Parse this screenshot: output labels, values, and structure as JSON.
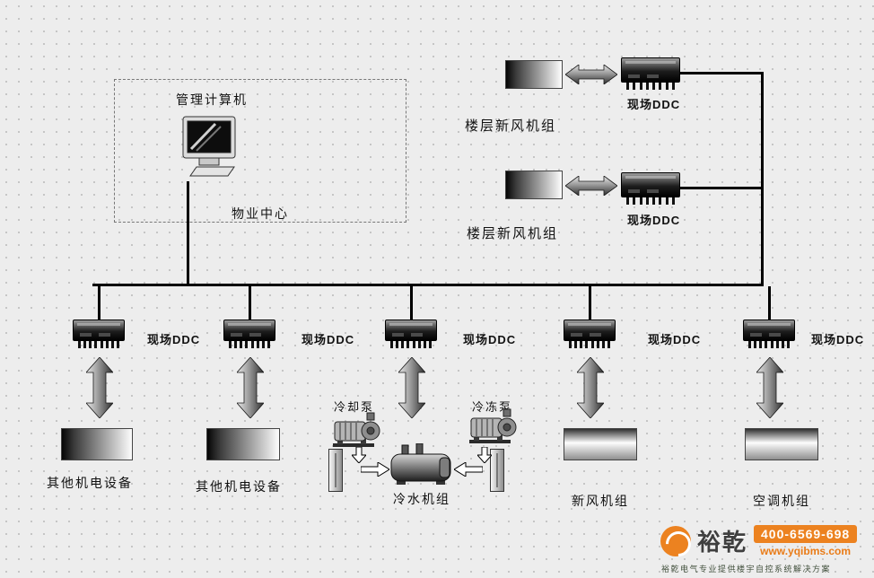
{
  "management_center": {
    "computer_label": "管理计算机",
    "center_label": "物业中心"
  },
  "floor_units": [
    {
      "unit": "楼层新风机组",
      "ddc": "现场DDC"
    },
    {
      "unit": "楼层新风机组",
      "ddc": "现场DDC"
    }
  ],
  "field_ddcs": [
    "现场DDC",
    "现场DDC",
    "现场DDC",
    "现场DDC",
    "现场DDC"
  ],
  "equipment": {
    "other1": "其他机电设备",
    "other2": "其他机电设备",
    "cooling_pump": "冷却泵",
    "chilled_pump": "冷冻泵",
    "chiller": "冷水机组",
    "fresh_air_unit": "新风机组",
    "ahu": "空调机组"
  },
  "watermark": {
    "brand": "裕乾",
    "phone": "400-6569-698",
    "website": "www.yqibms.com",
    "tagline": "裕乾电气专业提供楼宇自控系统解决方案"
  },
  "colors": {
    "accent_orange": "#ec8220",
    "line_black": "#000000"
  }
}
